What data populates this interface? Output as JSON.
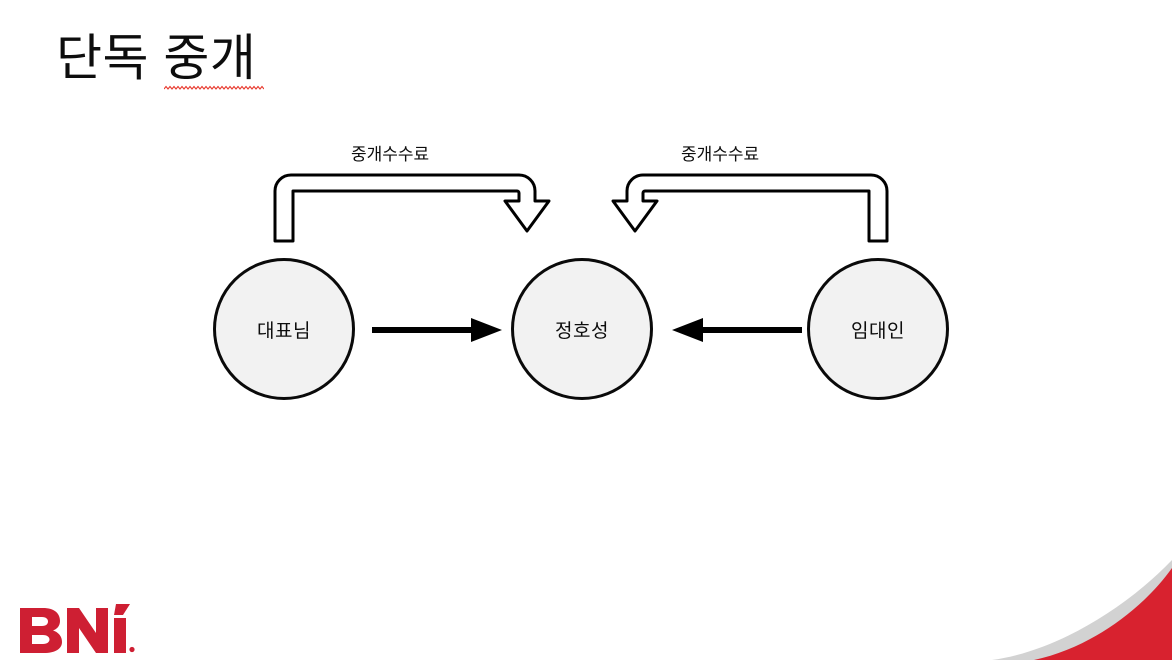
{
  "slide": {
    "title_prefix": "단독 ",
    "title_misspelled": "중개",
    "background_color": "#ffffff",
    "spellcheck_underline_color": "#e8382c"
  },
  "diagram": {
    "type": "relationship-flow",
    "node_fill_color": "#f2f2f2",
    "node_stroke_color": "#0a0a0a",
    "arrow_color": "#000000",
    "nodes": [
      {
        "id": "left",
        "label": "대표님"
      },
      {
        "id": "center",
        "label": "정호성"
      },
      {
        "id": "right",
        "label": "임대인"
      }
    ],
    "fee_labels": [
      {
        "id": "left",
        "text": "중개수수료"
      },
      {
        "id": "right",
        "text": "중개수수료"
      }
    ],
    "connections": [
      {
        "id": "left-to-center",
        "style": "solid-arrow",
        "direction": "right",
        "from": "대표님",
        "to": "정호성"
      },
      {
        "id": "right-to-center",
        "style": "solid-arrow",
        "direction": "left",
        "from": "임대인",
        "to": "정호성"
      },
      {
        "id": "fee-left",
        "style": "hollow-u-arrow",
        "direction": "down-right",
        "from": "대표님",
        "to": "정호성",
        "label": "중개수수료"
      },
      {
        "id": "fee-right",
        "style": "hollow-u-arrow",
        "direction": "down-left",
        "from": "임대인",
        "to": "정호성",
        "label": "중개수수료"
      }
    ]
  },
  "branding": {
    "logo_text": "BNI",
    "logo_color": "#ce1f33",
    "swoosh_red": "#d8222f",
    "swoosh_gray": "#d2d2d2"
  }
}
